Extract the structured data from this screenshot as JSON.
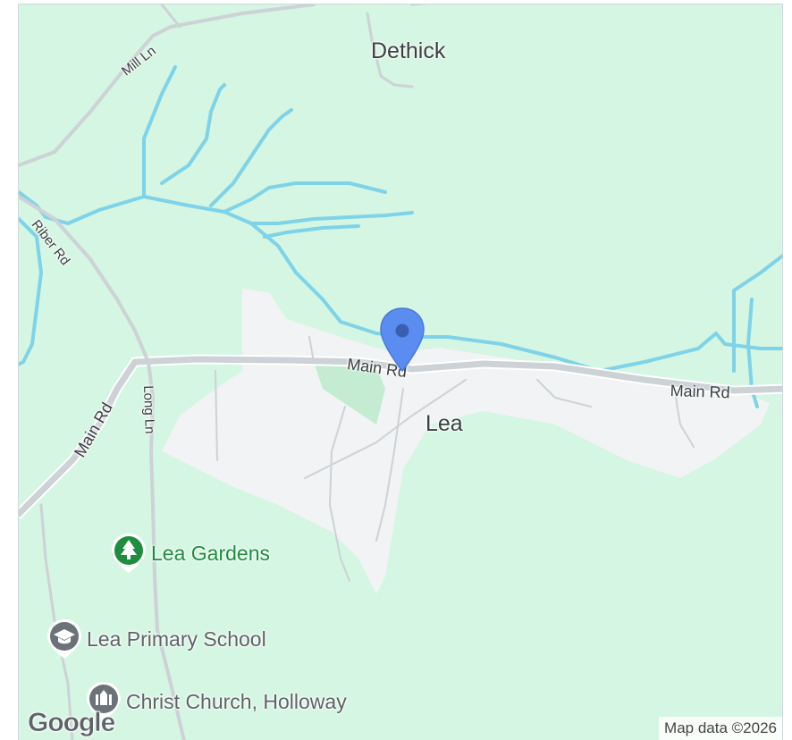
{
  "map": {
    "places": {
      "dethick": "Dethick",
      "lea": "Lea"
    },
    "roads": {
      "mill_ln": "Mill Ln",
      "riber_rd": "Riber Rd",
      "main_rd_left": "Main Rd",
      "long_ln": "Long Ln",
      "main_rd_center": "Main Rd",
      "main_rd_right": "Main Rd"
    },
    "pois": [
      {
        "label": "Lea Gardens",
        "icon": "tree-icon",
        "color": "#1e8e3e"
      },
      {
        "label": "Lea Primary School",
        "icon": "graduation-cap-icon",
        "color": "#5f6368"
      },
      {
        "label": "Christ Church, Holloway",
        "icon": "church-icon",
        "color": "#5f6368"
      }
    ],
    "logo": "Google",
    "attribution": "Map data ©2026",
    "colors": {
      "land": "#d4f6e2",
      "urban": "#f1f3f4",
      "water": "#7fd3e8",
      "road": "#cdd2d6",
      "marker": "#5b8cf0"
    }
  }
}
